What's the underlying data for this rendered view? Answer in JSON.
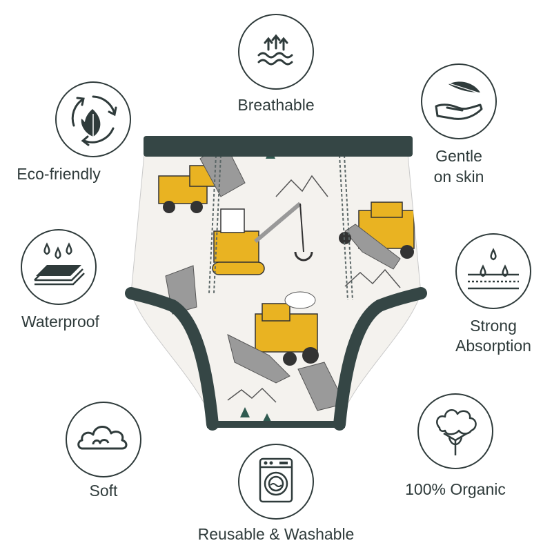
{
  "colors": {
    "outline": "#2f3b3b",
    "band": "#354645",
    "print_yellow": "#e9b322",
    "print_grey": "#9a9a9a",
    "background": "#ffffff"
  },
  "features": {
    "breathable": {
      "label": "Breathable",
      "icon": "breathable-waves-arrows-icon"
    },
    "eco": {
      "label": "Eco-friendly",
      "icon": "eco-leaf-recycle-icon"
    },
    "gentle": {
      "line1": "Gentle",
      "line2": "on skin",
      "icon": "feather-hand-icon"
    },
    "waterproof": {
      "label": "Waterproof",
      "icon": "water-drops-layers-icon"
    },
    "absorption": {
      "line1": "Strong",
      "line2": "Absorption",
      "icon": "absorb-drops-layers-icon"
    },
    "soft": {
      "label": "Soft",
      "icon": "cloud-icon"
    },
    "washable": {
      "label": "Reusable & Washable",
      "icon": "washing-machine-icon"
    },
    "organic": {
      "label": "100% Organic",
      "icon": "cotton-flower-icon"
    }
  },
  "product": {
    "name": "training-underpants-construction-print"
  }
}
